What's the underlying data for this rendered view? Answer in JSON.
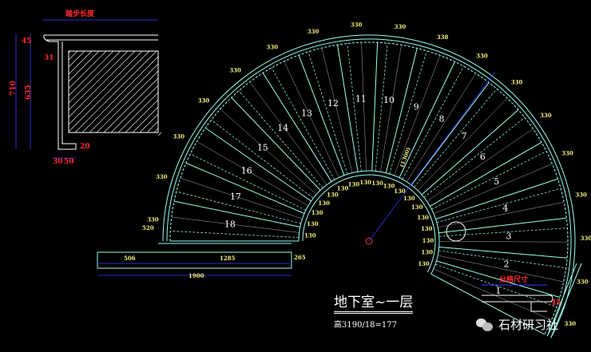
{
  "drawing": {
    "title": "地下室~一层",
    "subtitle": "高3190/18=177",
    "watermark": "石材研习社",
    "colors": {
      "background": "#000000",
      "stair_lines": "#7fffd4",
      "dimension": "#3a3aff",
      "dim_text": "#f3ee7a",
      "detail_text": "#ff2a2a",
      "step_text": "#ffffff"
    },
    "step_numbers": [
      "1",
      "2",
      "3",
      "4",
      "5",
      "6",
      "7",
      "8",
      "9",
      "10",
      "11",
      "12",
      "13",
      "14",
      "15",
      "16",
      "17",
      "18"
    ],
    "outer_labels": [
      "330",
      "330",
      "330",
      "330",
      "330",
      "330",
      "330",
      "330",
      "338",
      "330",
      "330",
      "330",
      "330",
      "330",
      "330",
      "330",
      "330",
      "330"
    ],
    "inner_labels": [
      "130",
      "130",
      "130",
      "130",
      "130",
      "130",
      "130",
      "130",
      "130",
      "130",
      "130",
      "130",
      "130",
      "130",
      "130",
      "130",
      "130",
      "130"
    ],
    "radial_dimension": "(1300)",
    "bottom_dims": {
      "left": "506",
      "right": "1285",
      "total": "1900",
      "height_left": "520",
      "height_right": "265"
    },
    "tread_section": {
      "title": "踏步长度",
      "dims": {
        "nosing": "45",
        "lip": "31",
        "total_height": "710",
        "riser_height": "635",
        "base_height": "20",
        "base_a": "30",
        "base_b": "50"
      }
    },
    "joint_section": {
      "title": "分格尺寸",
      "dim": "45"
    }
  }
}
